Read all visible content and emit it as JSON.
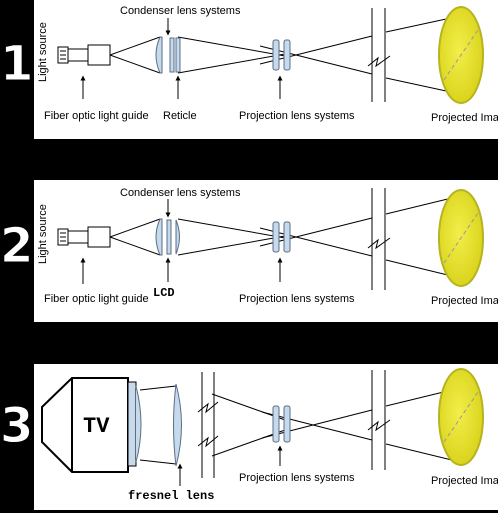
{
  "panel1": {
    "number": "1",
    "light_source": "Light source",
    "condenser": "Condenser lens systems",
    "fiber": "Fiber optic light guide",
    "reticle": "Reticle",
    "projection": "Projection lens systems",
    "projected": "Projected Image"
  },
  "panel2": {
    "number": "2",
    "light_source": "Light source",
    "condenser": "Condenser lens systems",
    "fiber": "Fiber optic light guide",
    "lcd": "LCD",
    "projection": "Projection lens systems",
    "projected": "Projected Image"
  },
  "panel3": {
    "number": "3",
    "tv": "TV",
    "fresnel": "fresnel lens",
    "projection": "Projection lens systems",
    "projected": "Projected Image"
  },
  "colors": {
    "background": "#000000",
    "panel": "#ffffff",
    "lens": "#c7d9ec",
    "image": "#e4e31c"
  }
}
